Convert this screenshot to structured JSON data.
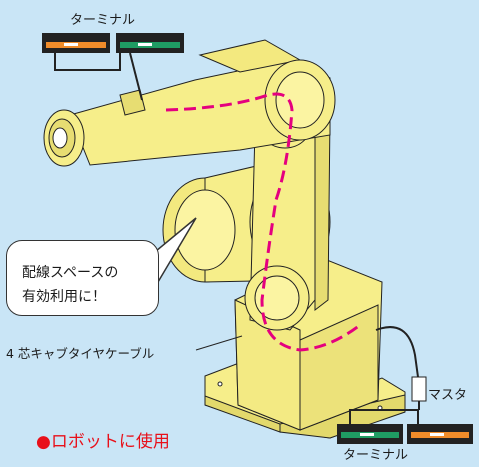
{
  "labels": {
    "terminal_top": "ターミナル",
    "terminal_bottom": "ターミナル",
    "master": "マスタ",
    "cable": "4 芯キャブタイヤケーブル",
    "bubble_line1": "配線スペースの",
    "bubble_line2": "有効利用に！",
    "caption": "●ロボットに使用"
  },
  "colors": {
    "background": "#c9e5f6",
    "robot": "#f6ee8a",
    "wiring": "#e4007f",
    "caption": "#e8101a",
    "terminal_green": "#1f9c63",
    "terminal_orange": "#f08c2a"
  }
}
